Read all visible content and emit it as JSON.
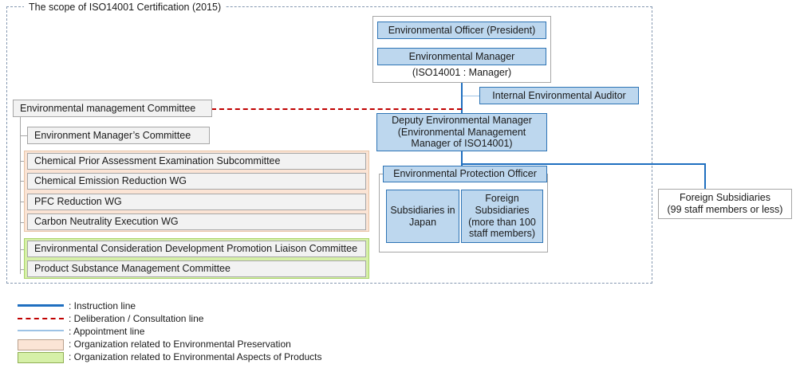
{
  "scope": {
    "title": "The scope of ISO14001 Certification (2015)"
  },
  "top_unit": {
    "officer": "Environmental Officer (President)",
    "manager": "Environmental Manager",
    "manager_note": "(ISO14001 : Manager)"
  },
  "auditor": {
    "label": "Internal Environmental Auditor"
  },
  "deputy": {
    "line1": "Deputy Environmental Manager",
    "line2": "(Environmental Management",
    "line3": "Manager of ISO14001)"
  },
  "protection": {
    "officer": "Environmental Protection Officer",
    "subsidiaries_japan": "Subsidiaries in\nJapan",
    "subsidiaries_japan_l1": "Subsidiaries in",
    "subsidiaries_japan_l2": "Japan",
    "foreign_l1": "Foreign",
    "foreign_l2": "Subsidiaries",
    "foreign_l3": "(more than 100",
    "foreign_l4": "staff members)"
  },
  "foreign_small": {
    "line1": "Foreign Subsidiaries",
    "line2": "(99 staff members or less)"
  },
  "left_tree": {
    "root": "Environmental management Committee",
    "managers_committee": "Environment Manager’s Committee",
    "preservation_group": [
      "Chemical Prior Assessment Examination Subcommittee",
      "Chemical Emission Reduction WG",
      "PFC Reduction WG",
      "Carbon Neutrality Execution WG"
    ],
    "product_group": [
      "Environmental Consideration Development Promotion Liaison Committee",
      "Product Substance Management Committee"
    ]
  },
  "legend": {
    "items": [
      {
        "kind": "line-instruction",
        "label": ": Instruction line"
      },
      {
        "kind": "line-deliberation",
        "label": ": Deliberation / Consultation line"
      },
      {
        "kind": "line-appointment",
        "label": ": Appointment line"
      },
      {
        "kind": "fill-peach",
        "label": ": Organization related to Environmental Preservation"
      },
      {
        "kind": "fill-green",
        "label": ": Organization related to Environmental Aspects of Products"
      }
    ]
  },
  "colors": {
    "box_fill_blue": "#bdd7ee",
    "box_border_blue": "#2e74b5",
    "box_fill_gray": "#f2f2f2",
    "box_border_gray": "#a6a6a6",
    "instruction_line": "#1f6fc0",
    "deliberation_line": "#c00000",
    "appointment_line": "#9dc3e6",
    "group_preservation": "#fbe4d5",
    "group_products": "#d6f0a8",
    "scope_border": "#8497b0"
  }
}
